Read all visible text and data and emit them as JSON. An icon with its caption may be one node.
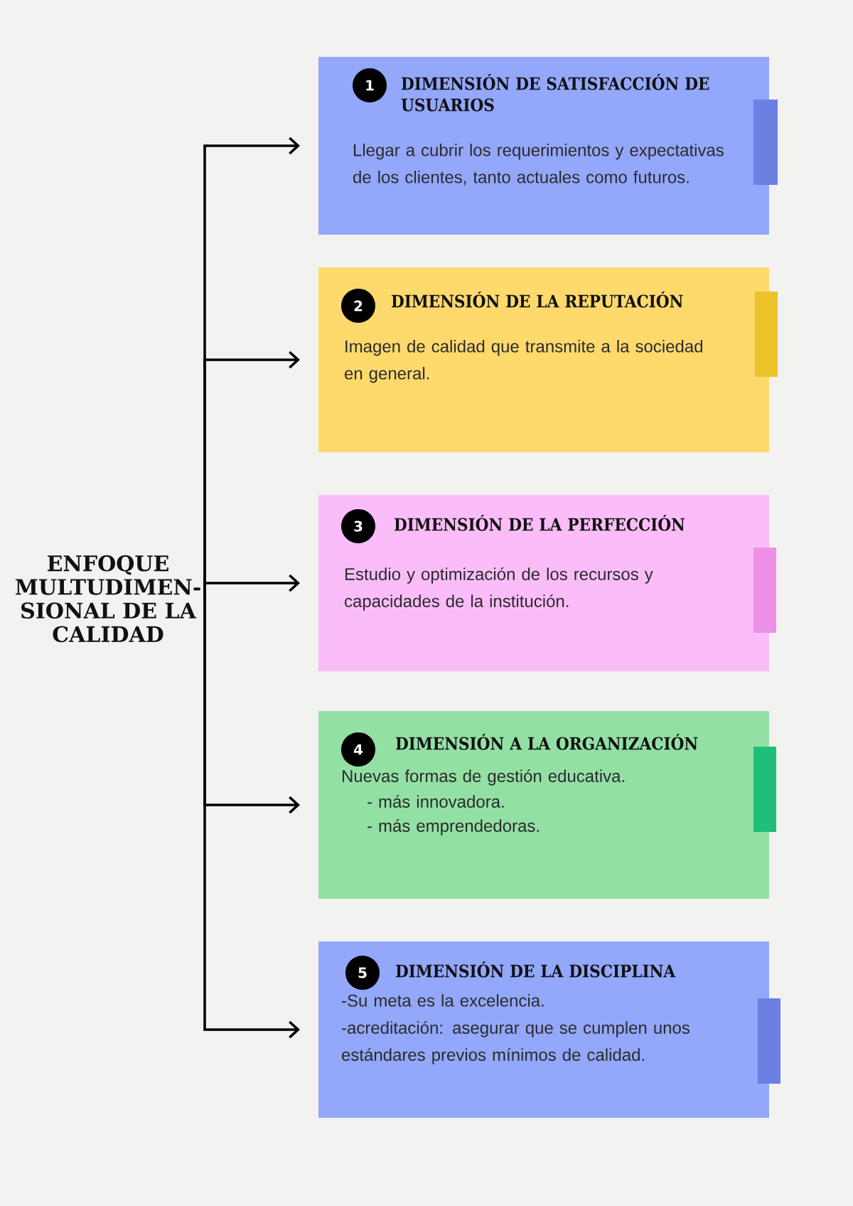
{
  "diagram": {
    "nodes": [
      {
        "text": [
          "ENFOQUE MULTUDIMEN- SIONAL DE LA CALIDAD"
        ]
      },
      {
        "text": [
          "DIMENSIÓN DE SATISFACCIÓN DE USUARIOS",
          "Llegar a cubrir los requerimientos y expectativas de los clientes, tanto actuales como futuros."
        ]
      },
      {
        "text": [
          "1"
        ],
        "in": 1
      },
      {
        "text": [
          "DIMENSIÓN DE LA REPUTACIÓN",
          "Imagen de calidad que transmite a la sociedad en general."
        ]
      },
      {
        "text": [
          "2"
        ],
        "in": 3
      },
      {
        "text": [
          "DIMENSIÓN DE LA PERFECCIÓN",
          "Estudio y optimización de los recursos y capacidades de la institución."
        ]
      },
      {
        "text": [
          "3"
        ],
        "in": 5
      },
      {
        "text": [
          "DIMENSIÓN A LA ORGANIZACIÓN",
          "Nuevas formas de gestión educativa.",
          "- más innovadora.",
          "- más emprendedoras."
        ]
      },
      {
        "text": [
          "4"
        ],
        "in": 7
      },
      {
        "text": [
          "DIMENSIÓN DE LA DISCIPLINA",
          "-Su meta es la excelencia.",
          "-acreditación: asegurar que se cumplen unos estándares previos mínimos de calidad."
        ]
      },
      {
        "text": [
          "5"
        ],
        "in": 9
      }
    ],
    "edges": [
      {
        "from": 0,
        "to": 1,
        "arrow": "to"
      },
      {
        "from": 0,
        "to": 3,
        "arrow": "to"
      },
      {
        "from": 0,
        "to": 5,
        "arrow": "to"
      },
      {
        "from": 0,
        "to": 7,
        "arrow": "to"
      },
      {
        "from": 0,
        "to": 9,
        "arrow": "to"
      }
    ]
  }
}
